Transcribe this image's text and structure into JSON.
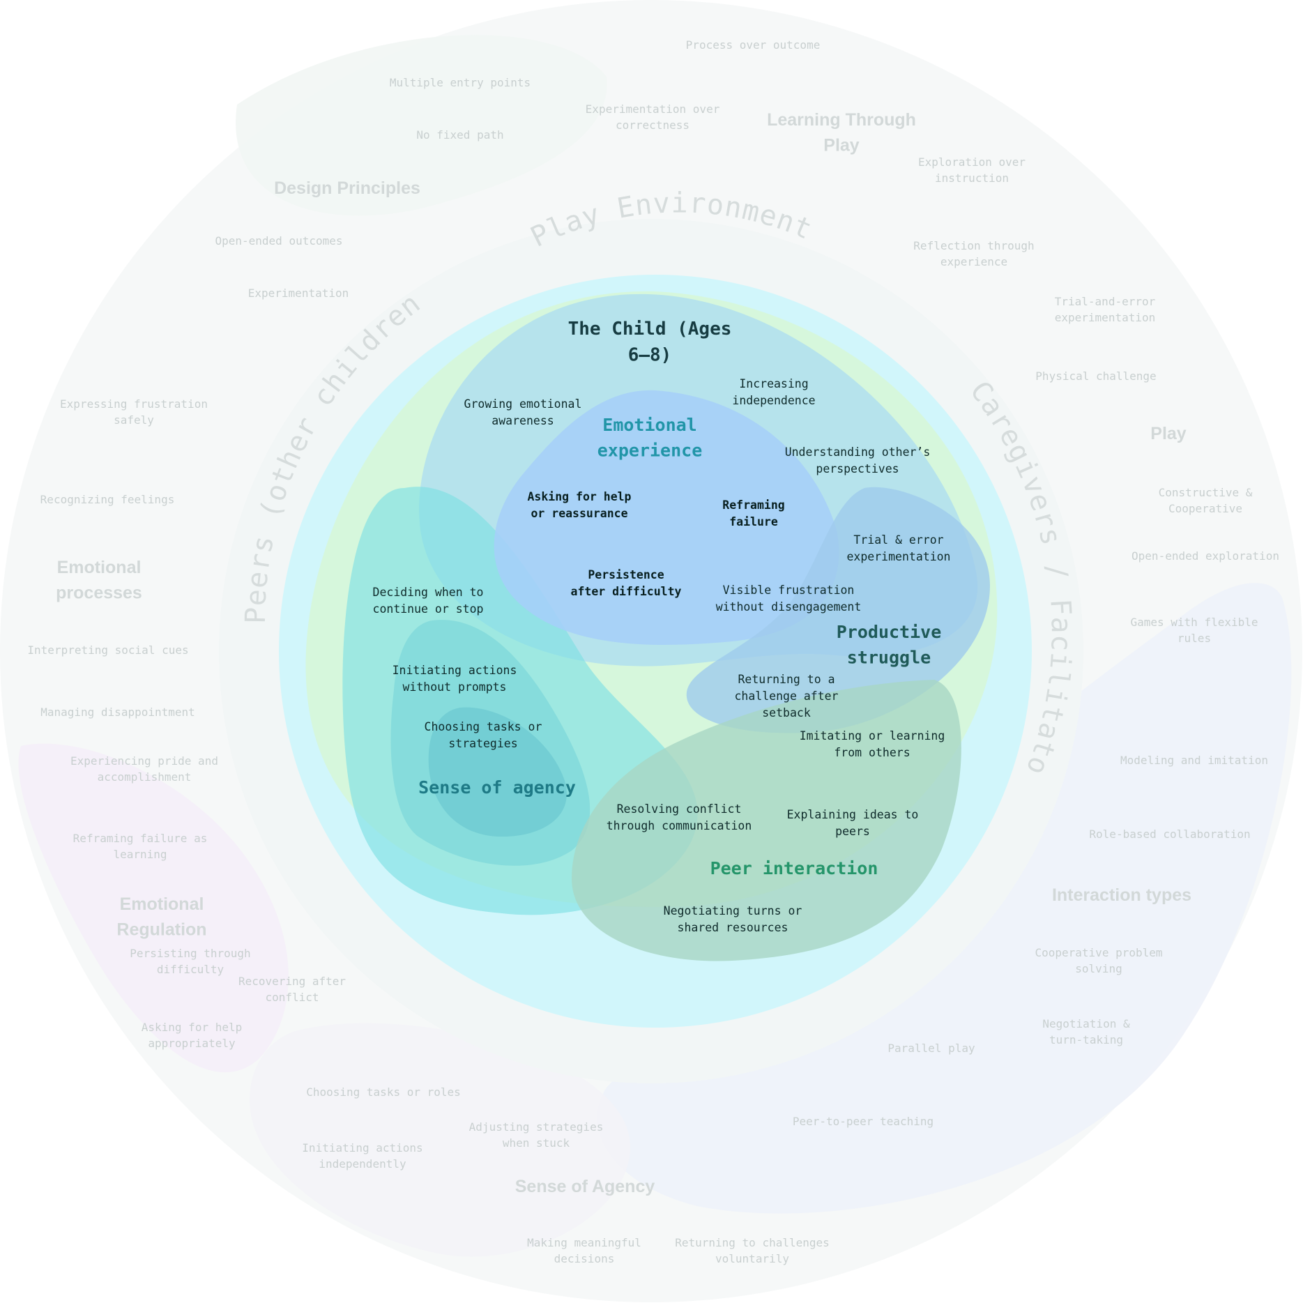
{
  "layers": {
    "play_environment": "Play Environment",
    "peers": "Peers (other children)",
    "caregivers": "Caregivers / Facilitators"
  },
  "outer": {
    "design_principles": {
      "heading": "Design Principles",
      "items": [
        "Multiple entry points",
        "No fixed path",
        "Open-ended outcomes",
        "Experimentation",
        "Process over outcome",
        "Experimentation over correctness"
      ]
    },
    "learning_through_play": {
      "heading": "Learning Through Play",
      "items": [
        "Exploration over instruction",
        "Reflection through experience",
        "Trial-and-error experimentation",
        "Physical challenge"
      ]
    },
    "play": {
      "heading": "Play",
      "items": [
        "Constructive & Cooperative",
        "Open-ended exploration",
        "Games with flexible rules"
      ]
    },
    "interaction_types": {
      "heading": "Interaction types",
      "items": [
        "Modeling and imitation",
        "Role-based collaboration",
        "Cooperative problem solving",
        "Negotiation & turn-taking",
        "Parallel play",
        "Peer-to-peer teaching"
      ]
    },
    "emotional_processes": {
      "heading": "Emotional processes",
      "items": [
        "Expressing frustration safely",
        "Recognizing feelings",
        "Interpreting social cues",
        "Managing disappointment"
      ]
    },
    "emotional_regulation": {
      "heading": "Emotional Regulation",
      "items": [
        "Experiencing pride and accomplishment",
        "Reframing failure as learning",
        "Persisting through difficulty",
        "Recovering after conflict",
        "Asking for help appropriately"
      ]
    },
    "sense_of_agency": {
      "heading": "Sense of Agency",
      "items": [
        "Choosing tasks or roles",
        "Initiating actions independently",
        "Adjusting strategies when stuck",
        "Making meaningful decisions",
        "Returning to challenges voluntarily"
      ]
    }
  },
  "core": {
    "title": "The Child (Ages 6–8)",
    "items": [
      "Growing emotional awareness",
      "Increasing independence",
      "Understanding other’s perspectives"
    ]
  },
  "clusters": {
    "emotional_experience": {
      "heading": "Emotional experience",
      "items": [
        "Asking for help or reassurance",
        "Reframing failure",
        "Persistence after difficulty"
      ]
    },
    "productive_struggle": {
      "heading": "Productive struggle",
      "items": [
        "Trial & error experimentation",
        "Visible frustration without disengagement",
        "Returning to a challenge after setback"
      ]
    },
    "sense_of_agency": {
      "heading": "Sense of agency",
      "items": [
        "Deciding when to continue or stop",
        "Initiating actions without prompts",
        "Choosing tasks or strategies"
      ]
    },
    "peer_interaction": {
      "heading": "Peer interaction",
      "items": [
        "Imitating or learning from others",
        "Resolving conflict through communication",
        "Explaining ideas to peers",
        "Negotiating turns or shared resources"
      ]
    }
  },
  "colors": {
    "emotional": "#a6cff9",
    "productive": "#9fcbec",
    "agency": "#7fe0e4",
    "peer": "#a7d6c4",
    "env_ring": "#d1f6fb",
    "green_blob": "#d6f7dc"
  }
}
